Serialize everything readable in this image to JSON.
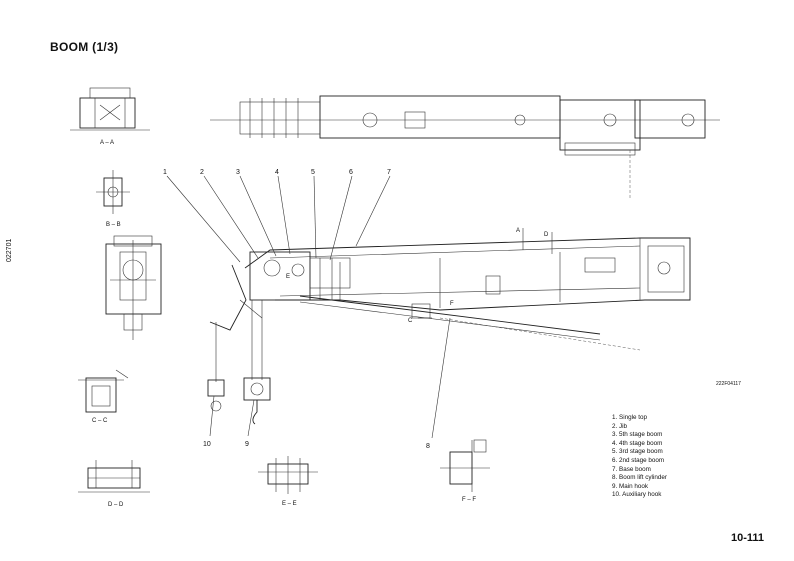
{
  "title": "BOOM (1/3)",
  "sheet_id": "022701",
  "page_number": "10-111",
  "figure_code": "222F04117",
  "section_views": {
    "aa": "A – A",
    "bb": "B – B",
    "cc": "C – C",
    "dd": "D – D",
    "ee": "E – E",
    "ff": "F – F"
  },
  "callouts": [
    "1",
    "2",
    "3",
    "4",
    "5",
    "6",
    "7",
    "8",
    "9",
    "10"
  ],
  "cut_markers": {
    "a": "A",
    "c": "C",
    "d": "D",
    "e": "E",
    "f": "F"
  },
  "legend": [
    "1.  Single top",
    "2.  Jib",
    "3.  5th stage boom",
    "4.  4th stage boom",
    "5.  3rd stage boom",
    "6.  2nd stage boom",
    "7.  Base boom",
    "8.  Boom lift cylinder",
    "9.   Main hook",
    "10.  Auxiliary hook"
  ]
}
